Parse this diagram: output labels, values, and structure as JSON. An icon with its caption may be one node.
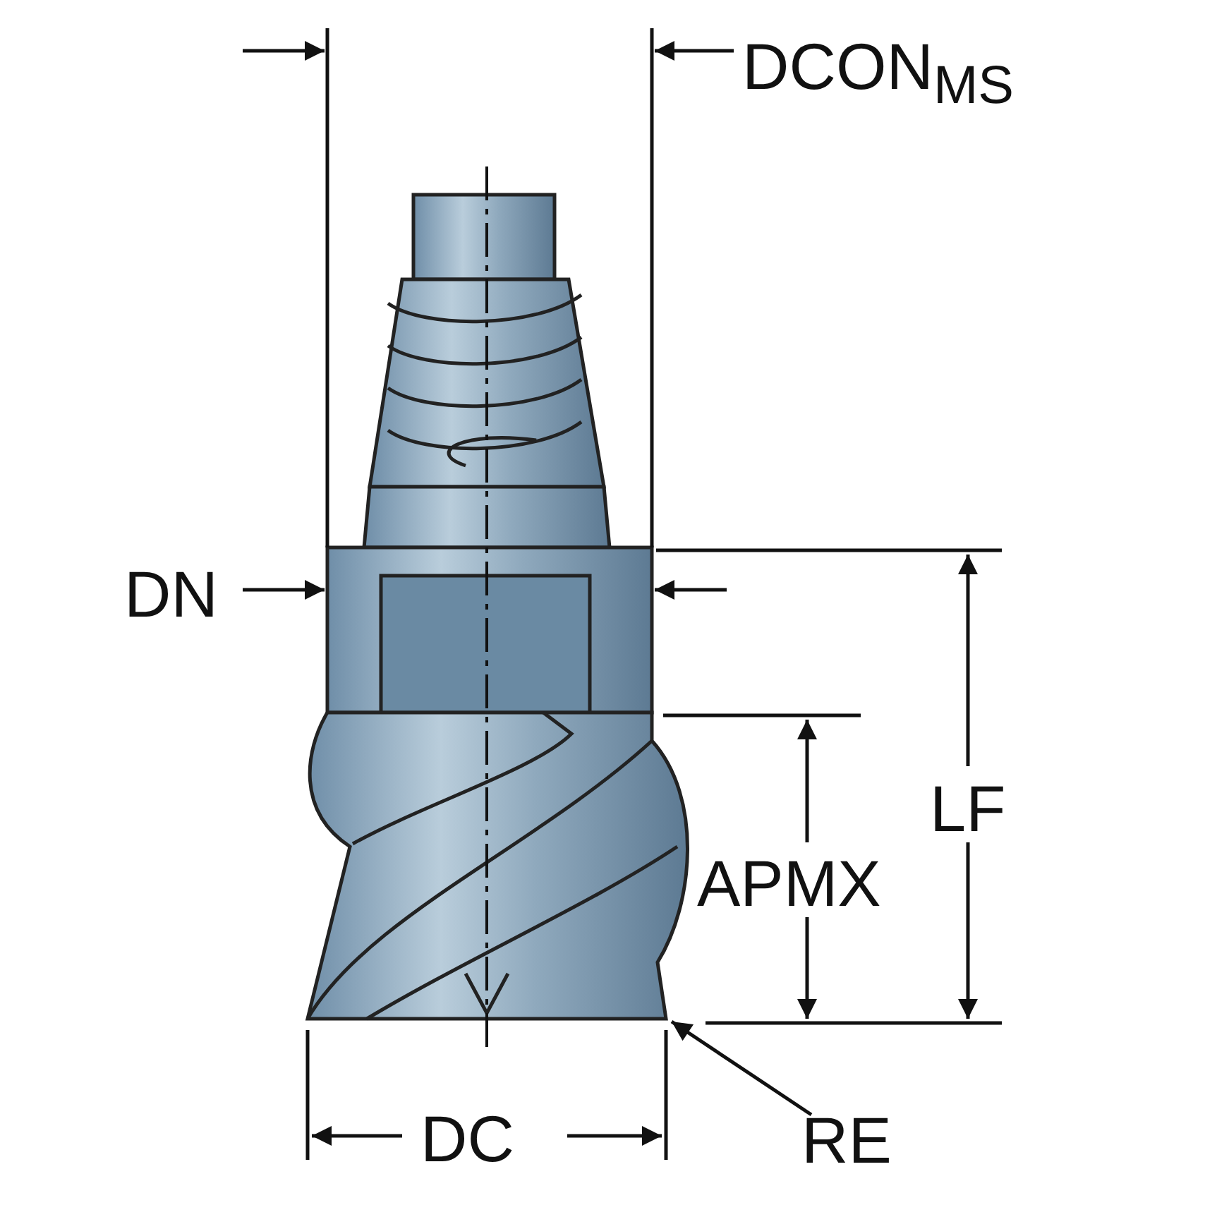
{
  "diagram": {
    "nodes": [
      {
        "text": [
          "RE"
        ]
      },
      {
        "text": [],
        "shape": "picture"
      }
    ],
    "edges": [
      {
        "from": 0,
        "to": 1,
        "arrow": "to"
      }
    ],
    "labels": [
      "DCON$_{MS}$",
      "DN",
      "LF",
      "APMX",
      "DC"
    ]
  }
}
